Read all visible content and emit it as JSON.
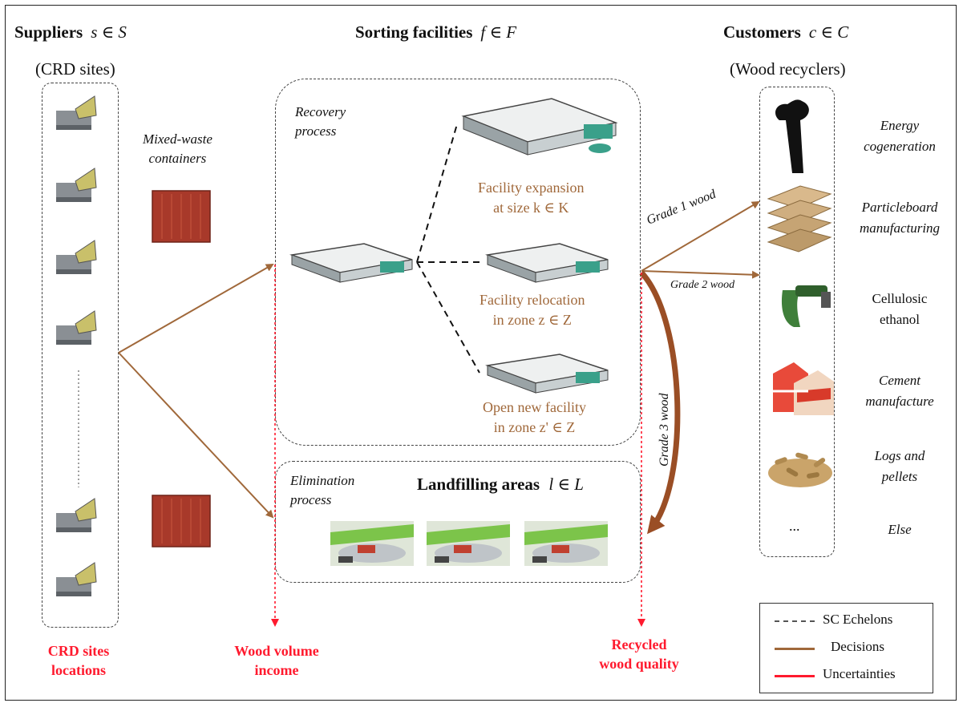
{
  "headers": {
    "suppliers": {
      "label": "Suppliers",
      "math": "s ∈ S"
    },
    "sorting": {
      "label": "Sorting facilities",
      "math": "f ∈ F"
    },
    "customers": {
      "label": "Customers",
      "math": "c ∈ C"
    }
  },
  "subheaders": {
    "crd_sites": "(CRD sites)",
    "wood_recyclers": "(Wood recyclers)"
  },
  "containers_label": [
    "Mixed-waste",
    "containers"
  ],
  "recovery_label": [
    "Recovery",
    "process"
  ],
  "elimination_label": [
    "Elimination",
    "process"
  ],
  "landfilling_title": "Landfilling areas",
  "landfilling_math": "l ∈ L",
  "decisions": {
    "expansion": [
      "Facility expansion",
      "at size k ∈ K"
    ],
    "relocation": [
      "Facility relocation",
      "in zone z ∈ Z"
    ],
    "open_new": [
      "Open new facility",
      "in zone z' ∈ Z"
    ]
  },
  "flows": {
    "grade1": "Grade 1 wood",
    "grade2": "Grade 2 wood",
    "grade3": "Grade 3 wood"
  },
  "customers": [
    [
      "Energy",
      "cogeneration"
    ],
    [
      "Particleboard",
      "manufacturing"
    ],
    [
      "Cellulosic",
      "ethanol"
    ],
    [
      "Cement",
      "manufacture"
    ],
    [
      "Logs and",
      "pellets"
    ],
    [
      "Else"
    ]
  ],
  "customers_ellipsis": "...",
  "uncertainties": {
    "crd": [
      "CRD sites",
      "locations"
    ],
    "volume": [
      "Wood volume",
      "income"
    ],
    "quality": [
      "Recycled",
      "wood quality"
    ]
  },
  "legend": [
    {
      "label": "SC Echelons",
      "color": "#555555",
      "style": "dashed"
    },
    {
      "label": "Decisions",
      "color": "#a0683a",
      "style": "solid"
    },
    {
      "label": "Uncertainties",
      "color": "#ff1a2e",
      "style": "solid"
    }
  ],
  "colors": {
    "decision": "#a0683a",
    "uncertainty": "#ff1a2e",
    "echelon": "#444444",
    "container": "#a8392a"
  }
}
